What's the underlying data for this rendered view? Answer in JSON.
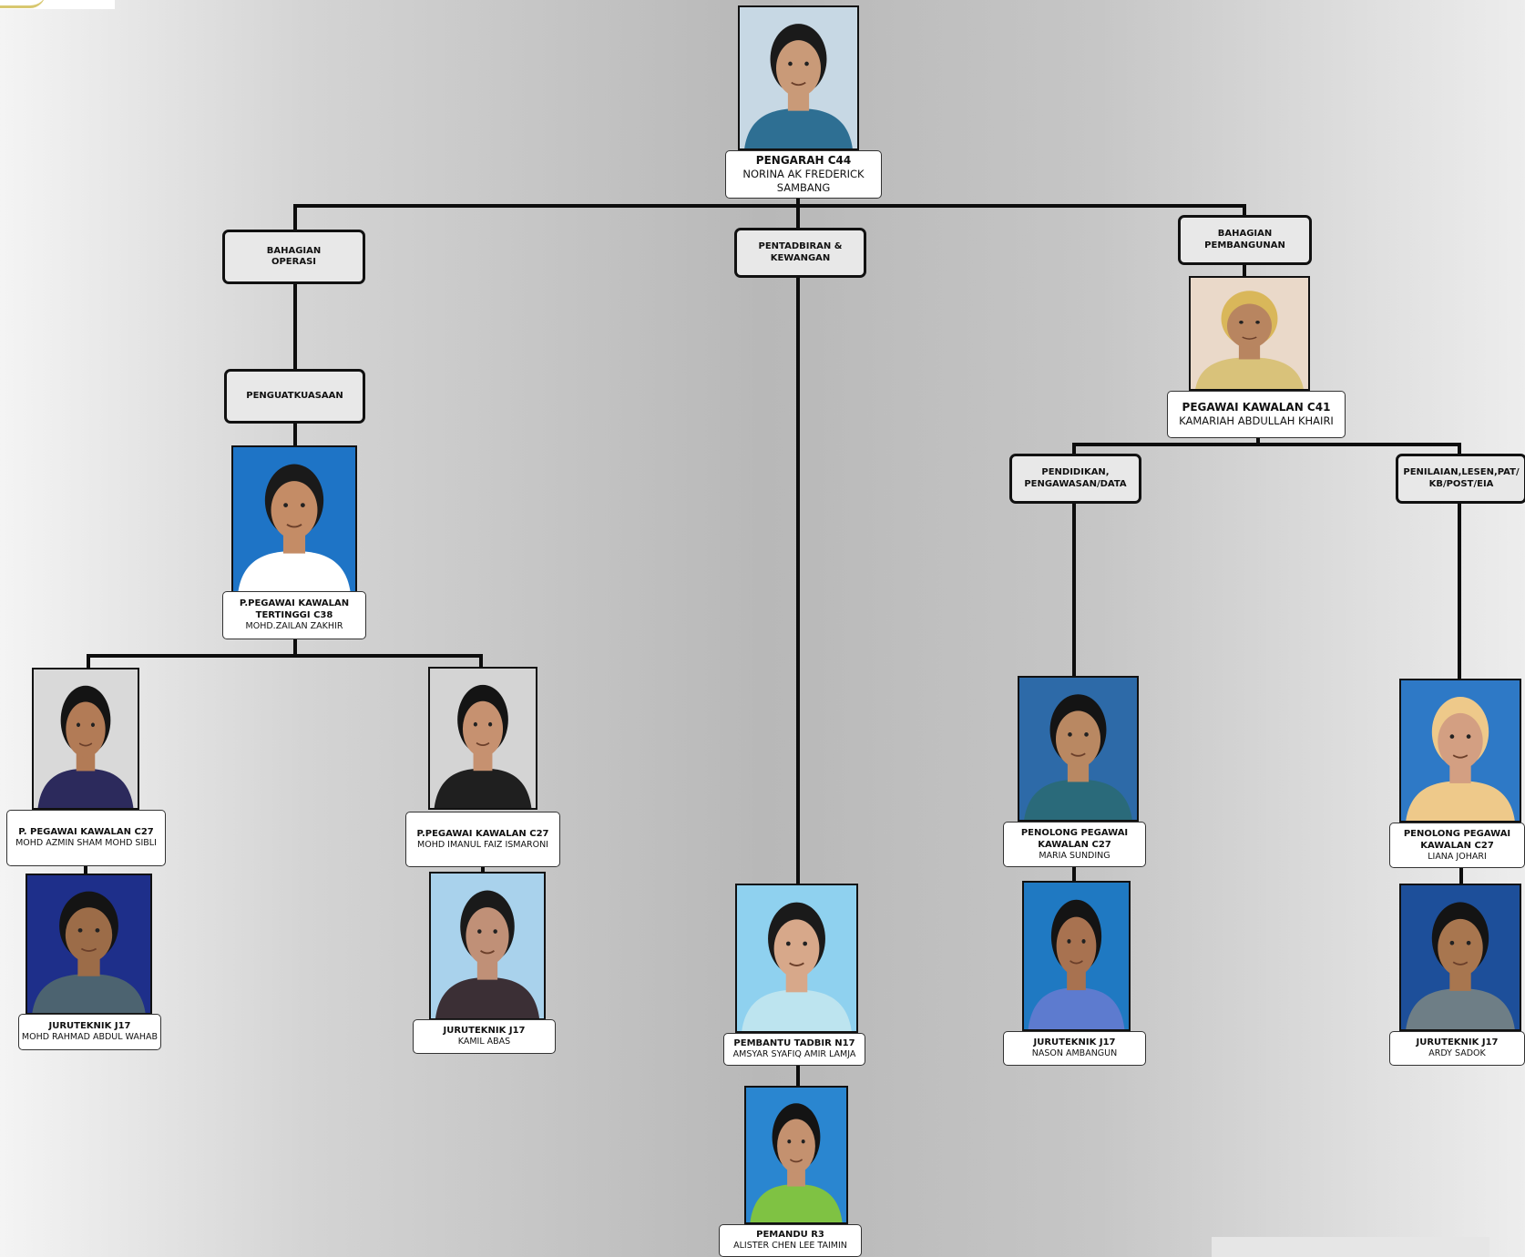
{
  "sections": {
    "operasi": "BAHAGIAN\nOPERASI",
    "pentadbiran": "PENTADBIRAN &\nKEWANGAN",
    "pembangunan": "BAHAGIAN\nPEMBANGUNAN",
    "penguatkuasaan": "PENGUATKUASAAN",
    "pendidikan": "PENDIDIKAN,\nPENGAWASAN/DATA",
    "penilaian": "PENILAIAN,LESEN,PAT/\nKB/POST/EIA"
  },
  "people": {
    "pengarah": {
      "title": "PENGARAH C44",
      "name": "NORINA AK FREDERICK\nSAMBANG",
      "skin": "#c99a78",
      "hair": "#1a1a1a",
      "cloth": "#2e6f93",
      "bg": "#c7d8e4"
    },
    "kamariah": {
      "title": "PEGAWAI KAWALAN C41",
      "name": "KAMARIAH ABDULLAH KHAIRI",
      "skin": "#b88560",
      "hair": "#d9b75a",
      "cloth": "#d9c27a",
      "bg": "#ead9c9"
    },
    "zailan": {
      "title": "P.PEGAWAI KAWALAN\nTERTINGGI C38",
      "name": "MOHD.ZAILAN ZAKHIR",
      "skin": "#c48c66",
      "hair": "#1a1a1a",
      "cloth": "#ffffff",
      "bg": "#1e74c6"
    },
    "azmin": {
      "title": "P. PEGAWAI KAWALAN C27",
      "name": "MOHD  AZMIN SHAM MOHD  SIBLI",
      "skin": "#b27b56",
      "hair": "#141414",
      "cloth": "#2c2a5c",
      "bg": "#d9d9d9"
    },
    "imanul": {
      "title": "P.PEGAWAI KAWALAN C27",
      "name": "MOHD  IMANUL FAIZ ISMARONI",
      "skin": "#c69170",
      "hair": "#141414",
      "cloth": "#1f1f1f",
      "bg": "#d4d4d4"
    },
    "rahmad": {
      "title": "JURUTEKNIK J17",
      "name": "MOHD RAHMAD ABDUL WAHAB",
      "skin": "#9c6c48",
      "hair": "#141414",
      "cloth": "#4c6370",
      "bg": "#1e2f8a"
    },
    "kamil": {
      "title": "JURUTEKNIK J17",
      "name": "KAMIL ABAS",
      "skin": "#c09077",
      "hair": "#1a1a1a",
      "cloth": "#3b2f35",
      "bg": "#a9d2ec"
    },
    "amsyar": {
      "title": "PEMBANTU TADBIR N17",
      "name": "AMSYAR SYAFIQ AMIR LAMJA",
      "skin": "#d7a88a",
      "hair": "#1a1a1a",
      "cloth": "#bde4ef",
      "bg": "#8fd1ef"
    },
    "alister": {
      "title": "PEMANDU R3",
      "name": "ALISTER CHEN LEE TAIMIN",
      "skin": "#c4916f",
      "hair": "#141414",
      "cloth": "#7fc243",
      "bg": "#2a86d0"
    },
    "maria": {
      "title": "PENOLONG PEGAWAI\nKAWALAN C27",
      "name": "MARIA SUNDING",
      "skin": "#b98862",
      "hair": "#141414",
      "cloth": "#2a6a7a",
      "bg": "#2d6aa8"
    },
    "nason": {
      "title": "JURUTEKNIK J17",
      "name": "NASON AMBANGUN",
      "skin": "#a87250",
      "hair": "#141414",
      "cloth": "#5d7bcf",
      "bg": "#1f79c2"
    },
    "liana": {
      "title": "PENOLONG PEGAWAI\nKAWALAN C27",
      "name": "LIANA JOHARI",
      "skin": "#d39f82",
      "hair": "#eec98a",
      "cloth": "#eec98a",
      "bg": "#2e79c6"
    },
    "ardy": {
      "title": "JURUTEKNIK J17",
      "name": "ARDY SADOK",
      "skin": "#a8764f",
      "hair": "#141414",
      "cloth": "#6e7e86",
      "bg": "#1d4f9a"
    }
  }
}
